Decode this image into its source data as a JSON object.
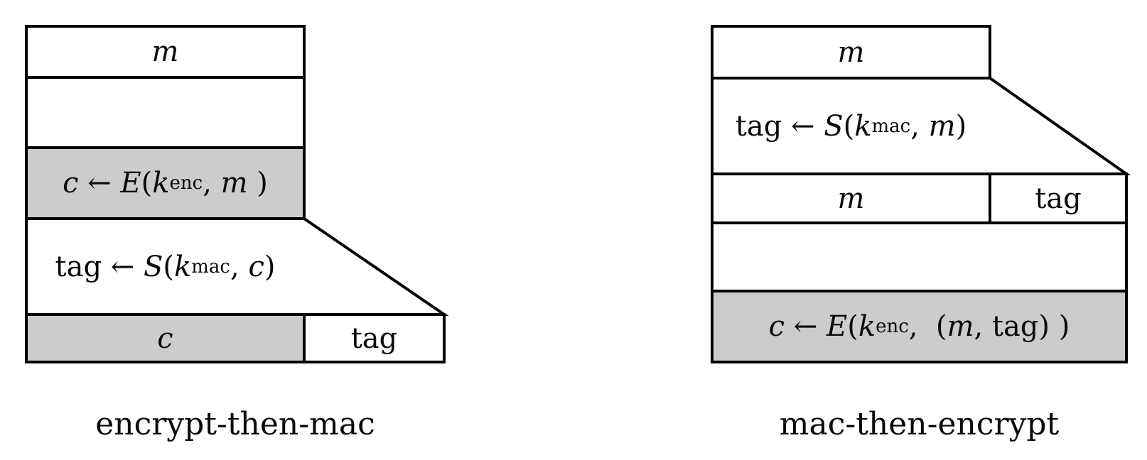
{
  "colors": {
    "fill_gray": "#cccccc",
    "fill_white": "#ffffff",
    "stroke": "#000000"
  },
  "left_diagram": {
    "caption": "encrypt-then-mac",
    "message_box_label": "m",
    "output_ciphertext_label": "c",
    "output_tag_label": "tag",
    "encrypt_formula": [
      {
        "t": "c",
        "s": "it"
      },
      {
        "t": " ← ",
        "s": "rm"
      },
      {
        "t": "E",
        "s": "it"
      },
      {
        "t": "(",
        "s": "rm"
      },
      {
        "t": "k",
        "s": "it"
      },
      {
        "t": "enc",
        "s": "sub"
      },
      {
        "t": ", ",
        "s": "rm"
      },
      {
        "t": "m",
        "s": "it"
      },
      {
        "t": " )",
        "s": "rm"
      }
    ],
    "mac_formula": [
      {
        "t": "tag ← ",
        "s": "rm"
      },
      {
        "t": "S",
        "s": "it"
      },
      {
        "t": "(",
        "s": "rm"
      },
      {
        "t": "k",
        "s": "it"
      },
      {
        "t": "mac",
        "s": "sub"
      },
      {
        "t": ", ",
        "s": "rm"
      },
      {
        "t": "c",
        "s": "it"
      },
      {
        "t": ")",
        "s": "rm"
      }
    ]
  },
  "right_diagram": {
    "caption": "mac-then-encrypt",
    "message_box_label": "m",
    "middle_message_label": "m",
    "middle_tag_label": "tag",
    "mac_formula": [
      {
        "t": "tag ← ",
        "s": "rm"
      },
      {
        "t": "S",
        "s": "it"
      },
      {
        "t": "(",
        "s": "rm"
      },
      {
        "t": "k",
        "s": "it"
      },
      {
        "t": "mac",
        "s": "sub"
      },
      {
        "t": ", ",
        "s": "rm"
      },
      {
        "t": "m",
        "s": "it"
      },
      {
        "t": ")",
        "s": "rm"
      }
    ],
    "encrypt_formula": [
      {
        "t": "c",
        "s": "it"
      },
      {
        "t": " ← ",
        "s": "rm"
      },
      {
        "t": "E",
        "s": "it"
      },
      {
        "t": "(",
        "s": "rm"
      },
      {
        "t": "k",
        "s": "it"
      },
      {
        "t": "enc",
        "s": "sub"
      },
      {
        "t": ",  (",
        "s": "rm"
      },
      {
        "t": "m",
        "s": "it"
      },
      {
        "t": ", tag) )",
        "s": "rm"
      }
    ]
  }
}
